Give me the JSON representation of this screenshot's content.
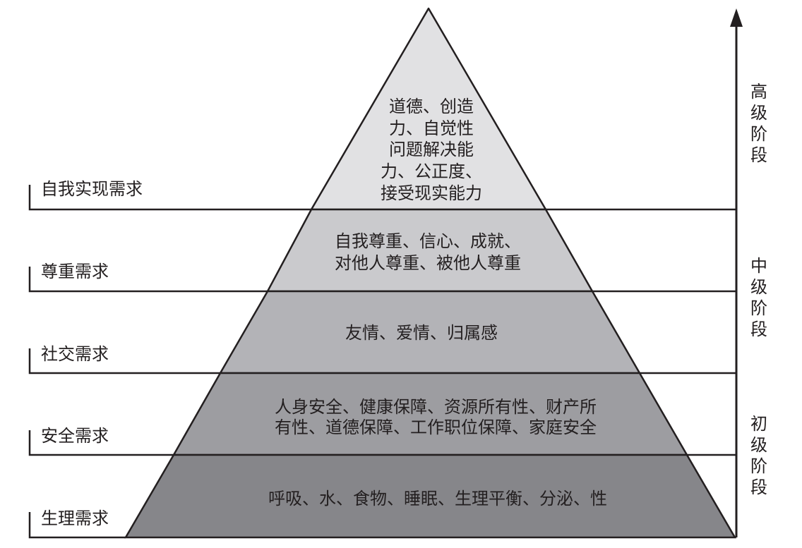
{
  "pyramid": {
    "levels": [
      {
        "name": "自我实现需求",
        "lines": [
          "道德、创造",
          "力、自觉性",
          "问题解决能",
          "力、公正度、",
          "接受现实能力"
        ]
      },
      {
        "name": "尊重需求",
        "lines": [
          "自我尊重、信心、成就、",
          "对他人尊重、被他人尊重"
        ]
      },
      {
        "name": "社交需求",
        "lines": [
          "友情、爱情、归属感"
        ]
      },
      {
        "name": "安全需求",
        "lines": [
          "人身安全、健康保障、资源所有性、财产所",
          "有性、道德保障、工作职位保障、家庭安全"
        ]
      },
      {
        "name": "生理需求",
        "lines": [
          "呼吸、水、食物、睡眠、生理平衡、分泌、性"
        ]
      }
    ],
    "colors": [
      "#e1e1e3",
      "#cacacd",
      "#b3b3b7",
      "#9d9da1",
      "#86868a"
    ]
  },
  "stages": [
    {
      "label": "高级阶段"
    },
    {
      "label": "中级阶段"
    },
    {
      "label": "初级阶段"
    }
  ]
}
